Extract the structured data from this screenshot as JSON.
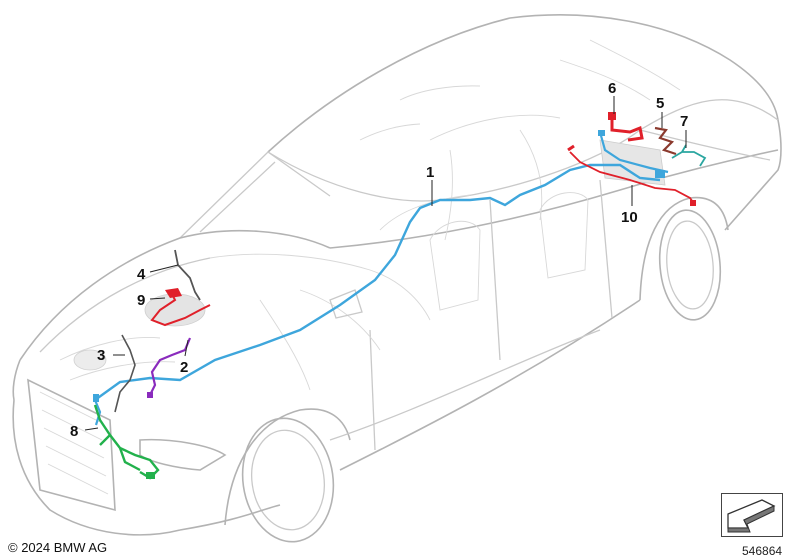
{
  "footer": {
    "copyright": "© 2024 BMW AG",
    "reference_number": "546864"
  },
  "callouts": [
    "1",
    "2",
    "3",
    "4",
    "5",
    "6",
    "7",
    "8",
    "9",
    "10"
  ],
  "colors": {
    "main_harness": "#3ea6dc",
    "red_harness": "#e0202a",
    "purple_harness": "#8a2bbd",
    "green_harness": "#22b14c",
    "brown_harness": "#8b3a2e",
    "teal_harness": "#2aa6a0",
    "gray_harness": "#555555",
    "body_outline": "#c9c9c9"
  }
}
